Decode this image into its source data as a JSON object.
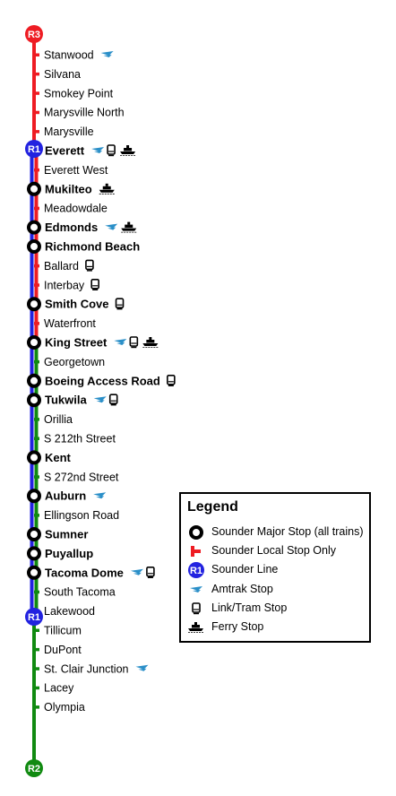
{
  "lines": {
    "top_badge": "R3",
    "mid_badge_1": "R1",
    "mid_badge_2": "R1",
    "bottom_badge": "R2",
    "colors": {
      "r3": "#ee1c23",
      "r1": "#2222e0",
      "r2": "#108a10",
      "amtrak": "#2a8fc8"
    }
  },
  "stops": [
    {
      "name": "Stanwood",
      "major": false,
      "icons": [
        "amtrak"
      ]
    },
    {
      "name": "Silvana",
      "major": false,
      "icons": []
    },
    {
      "name": "Smokey Point",
      "major": false,
      "icons": []
    },
    {
      "name": "Marysville North",
      "major": false,
      "icons": []
    },
    {
      "name": "Marysville",
      "major": false,
      "icons": []
    },
    {
      "name": "Everett",
      "major": true,
      "icons": [
        "amtrak",
        "tram",
        "ferry"
      ]
    },
    {
      "name": "Everett West",
      "major": false,
      "icons": []
    },
    {
      "name": "Mukilteo",
      "major": true,
      "icons": [
        "ferry"
      ]
    },
    {
      "name": "Meadowdale",
      "major": false,
      "icons": []
    },
    {
      "name": "Edmonds",
      "major": true,
      "icons": [
        "amtrak",
        "ferry"
      ]
    },
    {
      "name": "Richmond Beach",
      "major": true,
      "icons": []
    },
    {
      "name": "Ballard",
      "major": false,
      "icons": [
        "tram"
      ]
    },
    {
      "name": "Interbay",
      "major": false,
      "icons": [
        "tram"
      ]
    },
    {
      "name": "Smith Cove",
      "major": true,
      "icons": [
        "tram"
      ]
    },
    {
      "name": "Waterfront",
      "major": false,
      "icons": []
    },
    {
      "name": "King Street",
      "major": true,
      "icons": [
        "amtrak",
        "tram",
        "ferry"
      ]
    },
    {
      "name": "Georgetown",
      "major": false,
      "icons": []
    },
    {
      "name": "Boeing Access Road",
      "major": true,
      "icons": [
        "tram"
      ]
    },
    {
      "name": "Tukwila",
      "major": true,
      "icons": [
        "amtrak",
        "tram"
      ]
    },
    {
      "name": "Orillia",
      "major": false,
      "icons": []
    },
    {
      "name": "S 212th Street",
      "major": false,
      "icons": []
    },
    {
      "name": "Kent",
      "major": true,
      "icons": []
    },
    {
      "name": "S 272nd Street",
      "major": false,
      "icons": []
    },
    {
      "name": "Auburn",
      "major": true,
      "icons": [
        "amtrak"
      ]
    },
    {
      "name": "Ellingson Road",
      "major": false,
      "icons": []
    },
    {
      "name": "Sumner",
      "major": true,
      "icons": []
    },
    {
      "name": "Puyallup",
      "major": true,
      "icons": []
    },
    {
      "name": "Tacoma Dome",
      "major": true,
      "icons": [
        "amtrak",
        "tram"
      ]
    },
    {
      "name": "South Tacoma",
      "major": false,
      "icons": []
    },
    {
      "name": "Lakewood",
      "major": false,
      "icons": []
    },
    {
      "name": "Tillicum",
      "major": false,
      "icons": []
    },
    {
      "name": "DuPont",
      "major": false,
      "icons": []
    },
    {
      "name": "St. Clair Junction",
      "major": false,
      "icons": [
        "amtrak"
      ]
    },
    {
      "name": "Lacey",
      "major": false,
      "icons": []
    },
    {
      "name": "Olympia",
      "major": false,
      "icons": []
    }
  ],
  "legend": {
    "title": "Legend",
    "items": [
      {
        "icon": "major-stop",
        "label": "Sounder Major Stop (all trains)"
      },
      {
        "icon": "local-stop",
        "label": "Sounder Local Stop Only"
      },
      {
        "icon": "line-badge",
        "badge": "R1",
        "label": "Sounder Line"
      },
      {
        "icon": "amtrak",
        "label": "Amtrak Stop"
      },
      {
        "icon": "tram",
        "label": "Link/Tram Stop"
      },
      {
        "icon": "ferry",
        "label": "Ferry Stop"
      }
    ]
  }
}
